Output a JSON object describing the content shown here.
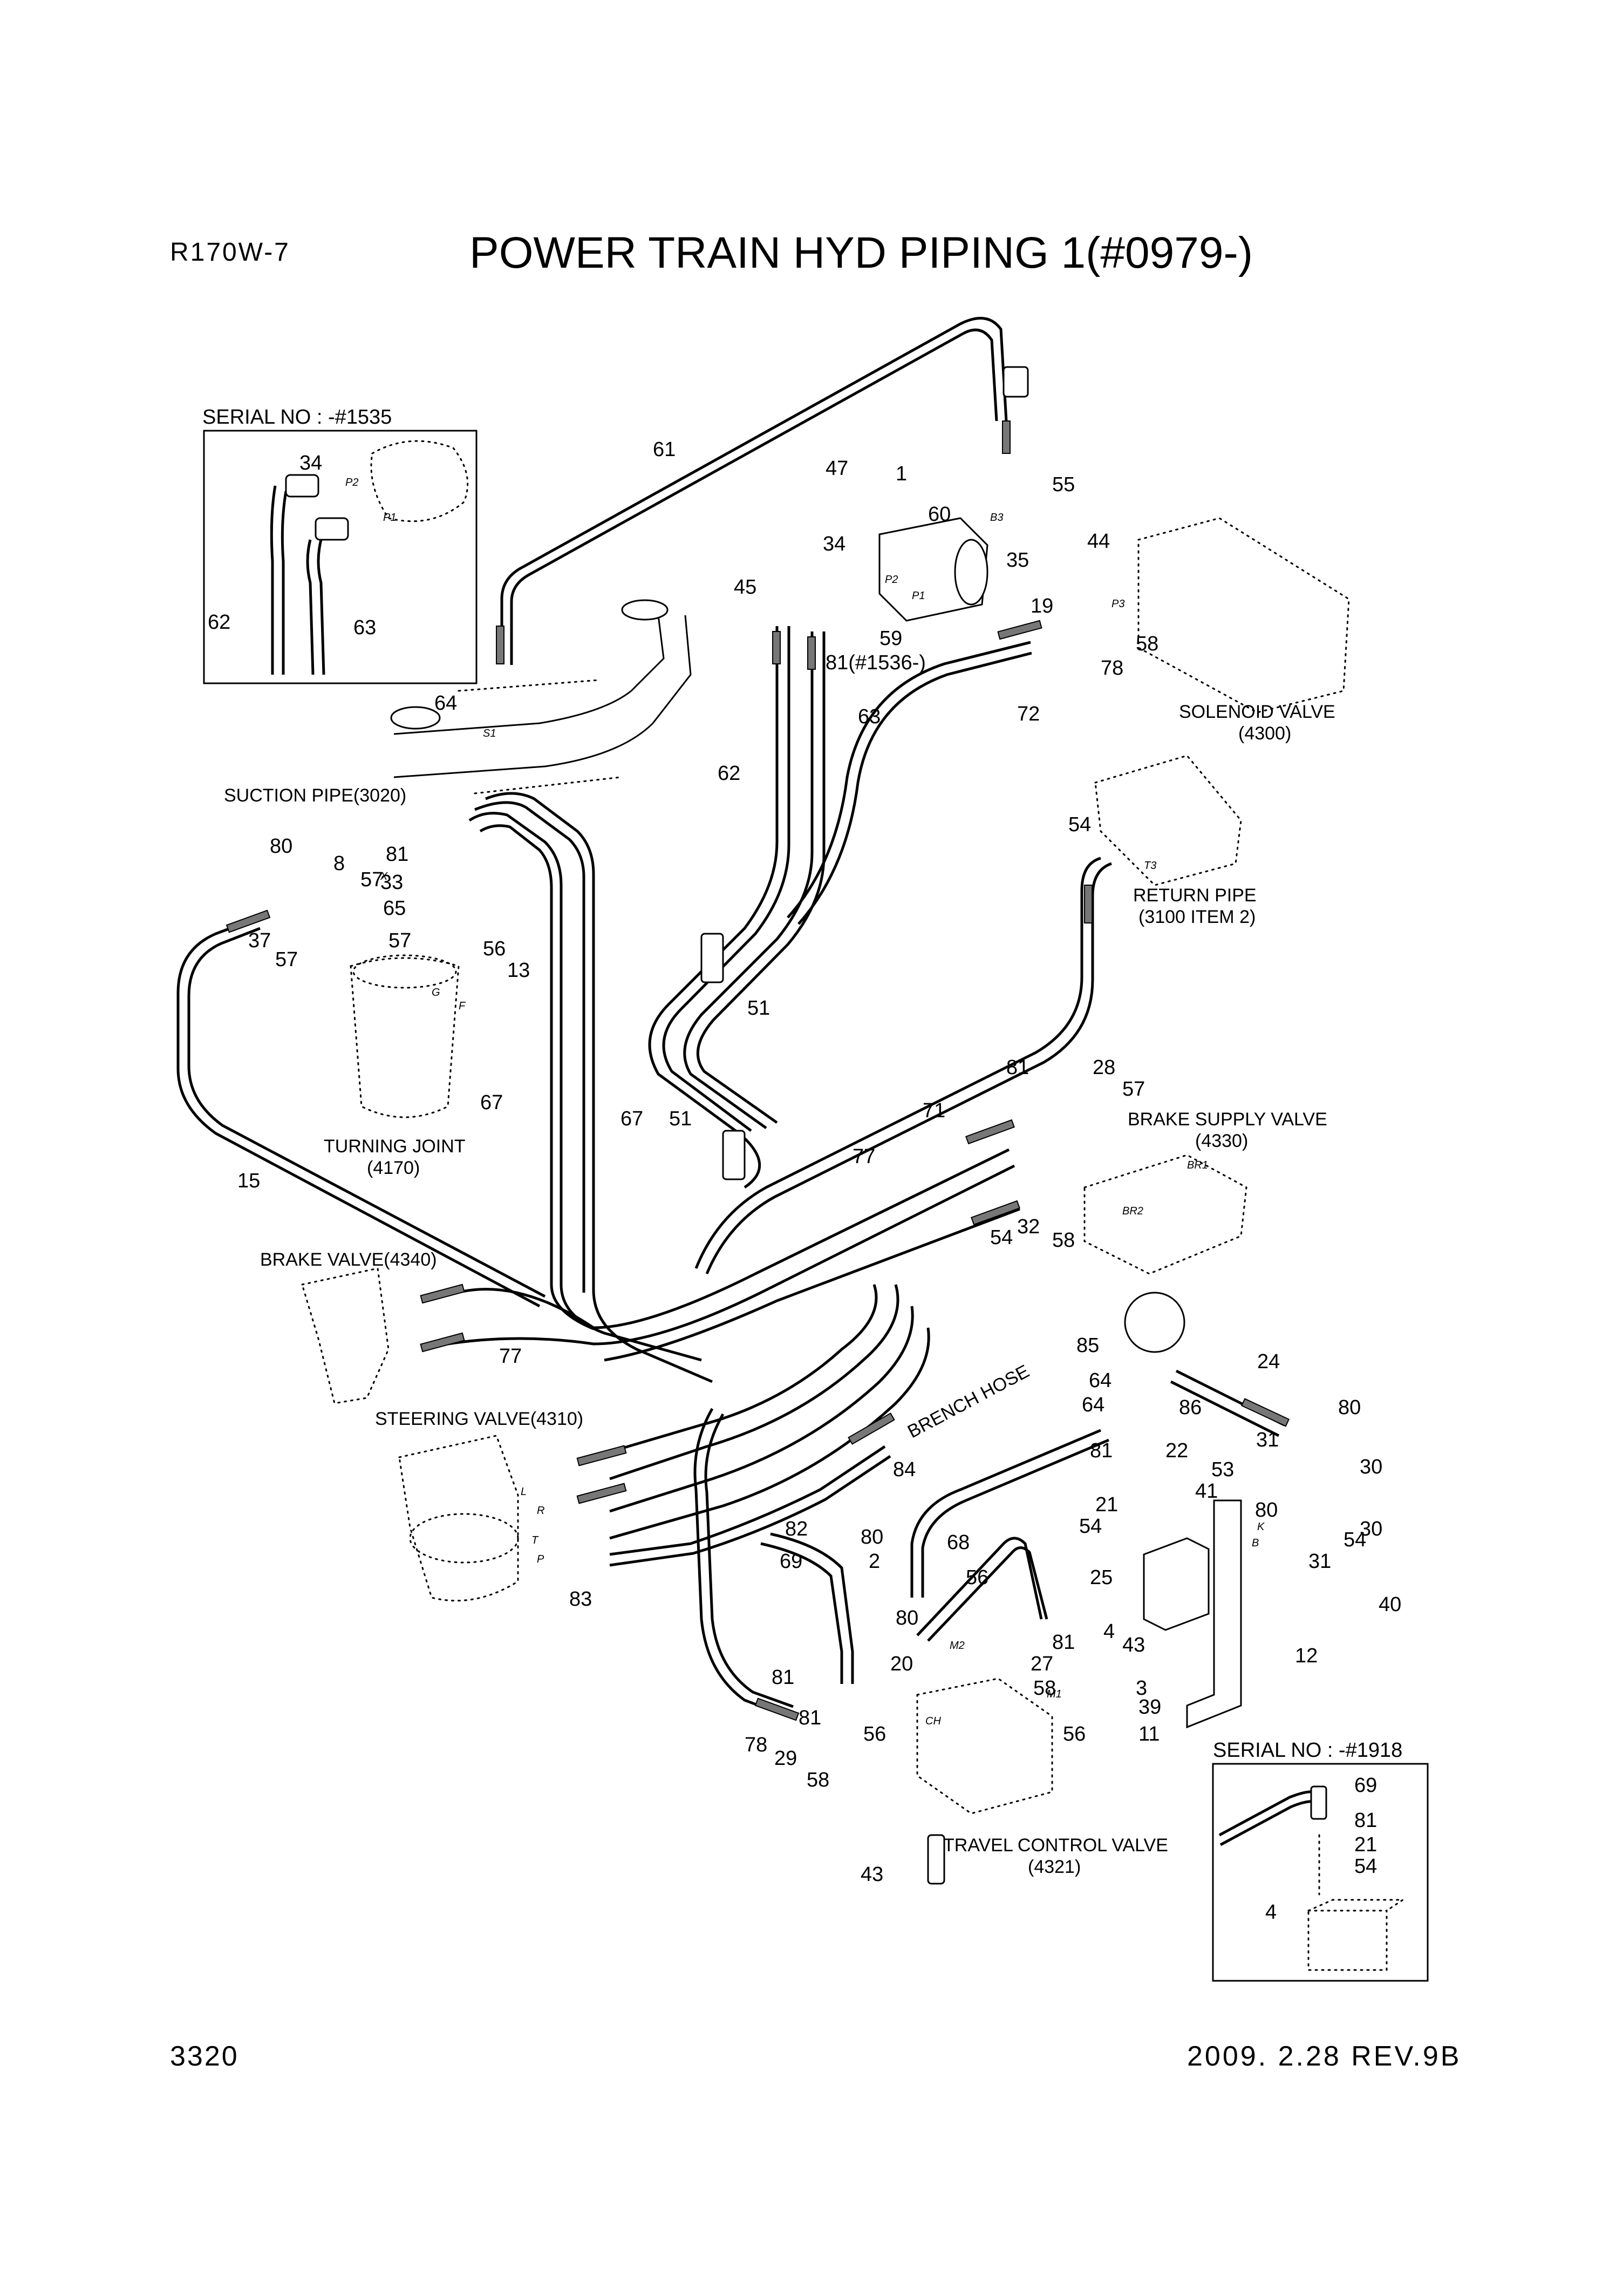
{
  "header": {
    "model": "R170W-7",
    "title": "POWER TRAIN HYD PIPING 1(#0979-)"
  },
  "footer": {
    "page_number": "3320",
    "revision": "2009. 2.28  REV.9B"
  },
  "insets": [
    {
      "serial": "SERIAL NO : -#1535"
    },
    {
      "serial": "SERIAL NO : -#1918"
    }
  ],
  "component_labels": {
    "solenoid_valve": "SOLENOID VALVE",
    "solenoid_valve_ref": "(4300)",
    "suction_pipe": "SUCTION PIPE(3020)",
    "return_pipe": "RETURN PIPE",
    "return_pipe_ref": "(3100 ITEM 2)",
    "brake_supply_valve": "BRAKE SUPPLY VALVE",
    "brake_supply_valve_ref": "(4330)",
    "turning_joint": "TURNING JOINT",
    "turning_joint_ref": "(4170)",
    "brake_valve": "BRAKE VALVE(4340)",
    "steering_valve": "STEERING VALVE(4310)",
    "brench_hose": "BRENCH HOSE",
    "travel_control_valve": "TRAVEL CONTROL VALVE",
    "travel_control_valve_ref": "(4321)"
  },
  "part_numbers": [
    {
      "n": "1"
    },
    {
      "n": "47"
    },
    {
      "n": "60"
    },
    {
      "n": "55"
    },
    {
      "n": "44"
    },
    {
      "n": "35"
    },
    {
      "n": "61"
    },
    {
      "n": "34"
    },
    {
      "n": "45"
    },
    {
      "n": "59"
    },
    {
      "n": "81(#1536-)"
    },
    {
      "n": "19"
    },
    {
      "n": "58"
    },
    {
      "n": "78"
    },
    {
      "n": "63"
    },
    {
      "n": "72"
    },
    {
      "n": "62"
    },
    {
      "n": "64"
    },
    {
      "n": "80"
    },
    {
      "n": "8"
    },
    {
      "n": "81"
    },
    {
      "n": "33"
    },
    {
      "n": "57"
    },
    {
      "n": "65"
    },
    {
      "n": "37"
    },
    {
      "n": "57"
    },
    {
      "n": "57"
    },
    {
      "n": "56"
    },
    {
      "n": "13"
    },
    {
      "n": "54"
    },
    {
      "n": "51"
    },
    {
      "n": "67"
    },
    {
      "n": "67"
    },
    {
      "n": "51"
    },
    {
      "n": "81"
    },
    {
      "n": "28"
    },
    {
      "n": "57"
    },
    {
      "n": "71"
    },
    {
      "n": "77"
    },
    {
      "n": "15"
    },
    {
      "n": "54"
    },
    {
      "n": "32"
    },
    {
      "n": "58"
    },
    {
      "n": "77"
    },
    {
      "n": "85"
    },
    {
      "n": "24"
    },
    {
      "n": "64"
    },
    {
      "n": "86"
    },
    {
      "n": "80"
    },
    {
      "n": "64"
    },
    {
      "n": "31"
    },
    {
      "n": "30"
    },
    {
      "n": "84"
    },
    {
      "n": "81"
    },
    {
      "n": "22"
    },
    {
      "n": "53"
    },
    {
      "n": "41"
    },
    {
      "n": "80"
    },
    {
      "n": "30"
    },
    {
      "n": "21"
    },
    {
      "n": "54"
    },
    {
      "n": "54"
    },
    {
      "n": "82"
    },
    {
      "n": "80"
    },
    {
      "n": "68"
    },
    {
      "n": "2"
    },
    {
      "n": "56"
    },
    {
      "n": "25"
    },
    {
      "n": "31"
    },
    {
      "n": "40"
    },
    {
      "n": "83"
    },
    {
      "n": "69"
    },
    {
      "n": "80"
    },
    {
      "n": "81"
    },
    {
      "n": "27"
    },
    {
      "n": "4"
    },
    {
      "n": "43"
    },
    {
      "n": "12"
    },
    {
      "n": "20"
    },
    {
      "n": "58"
    },
    {
      "n": "3"
    },
    {
      "n": "39"
    },
    {
      "n": "81"
    },
    {
      "n": "81"
    },
    {
      "n": "78"
    },
    {
      "n": "29"
    },
    {
      "n": "56"
    },
    {
      "n": "56"
    },
    {
      "n": "11"
    },
    {
      "n": "58"
    },
    {
      "n": "43"
    },
    {
      "n": "69"
    },
    {
      "n": "81"
    },
    {
      "n": "21"
    },
    {
      "n": "54"
    },
    {
      "n": "4"
    },
    {
      "n": "62"
    },
    {
      "n": "63"
    },
    {
      "n": "34"
    }
  ],
  "port_marks": [
    "P2",
    "P1",
    "B3",
    "P3",
    "T3",
    "BR1",
    "BR2",
    "L",
    "R",
    "T",
    "P",
    "M1",
    "M2",
    "CH",
    "K",
    "B",
    "S1",
    "G",
    "F",
    "X"
  ]
}
